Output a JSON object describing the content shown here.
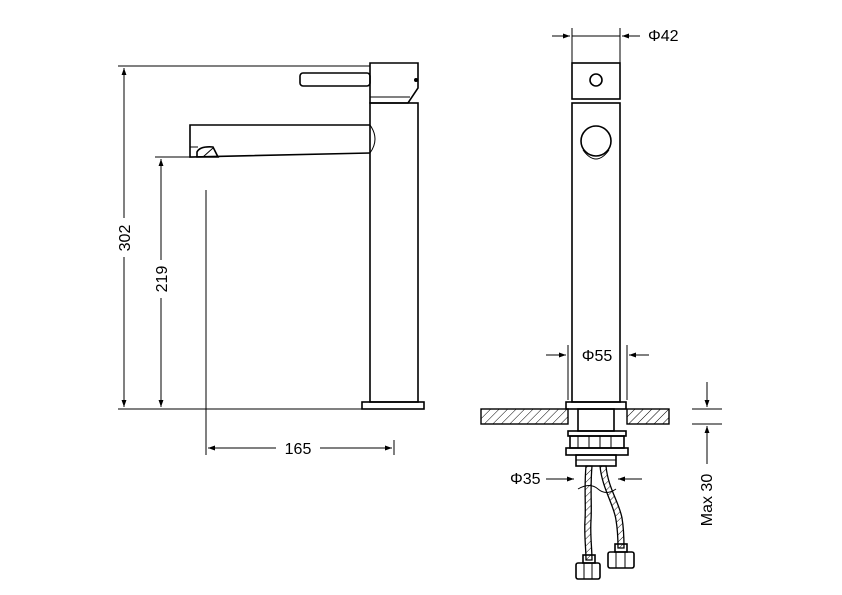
{
  "dimensions": {
    "total_height": "302",
    "spout_height": "219",
    "spout_reach": "165",
    "top_diameter": "Φ42",
    "body_diameter": "Φ55",
    "thread_diameter": "Φ35",
    "max_deck_thickness": "Max 30"
  }
}
